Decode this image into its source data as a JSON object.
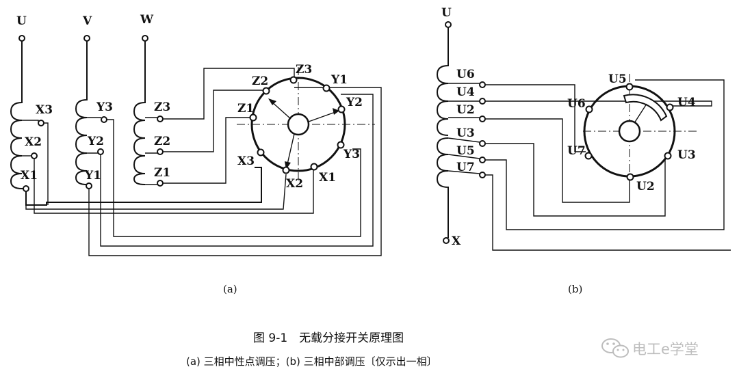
{
  "diagram_a": {
    "phase_labels": [
      "U",
      "V",
      "W"
    ],
    "winding_u_taps": [
      "X3",
      "X2",
      "X1"
    ],
    "winding_v_taps": [
      "Y3",
      "Y2",
      "Y1"
    ],
    "winding_w_taps": [
      "Z3",
      "Z2",
      "Z1"
    ],
    "switch_contacts": [
      "Z3",
      "Y1",
      "Y2",
      "Y3",
      "X1",
      "X2",
      "X3",
      "Z1",
      "Z2"
    ],
    "caption": "(a)"
  },
  "diagram_b": {
    "top_label": "U",
    "bottom_label": "X",
    "upper_taps": [
      "U6",
      "U4",
      "U2"
    ],
    "lower_taps": [
      "U3",
      "U5",
      "U7"
    ],
    "switch_contacts": [
      "U5",
      "U4",
      "U3",
      "U2",
      "U7",
      "U6"
    ],
    "caption": "(b)"
  },
  "figure": {
    "title": "图 9-1　无载分接开关原理图",
    "subtitle": "(a) 三相中性点调压；(b) 三相中部调压〔仅示出一相〕"
  },
  "watermark": {
    "text": "电工e学堂",
    "icon": "wechat-icon"
  }
}
